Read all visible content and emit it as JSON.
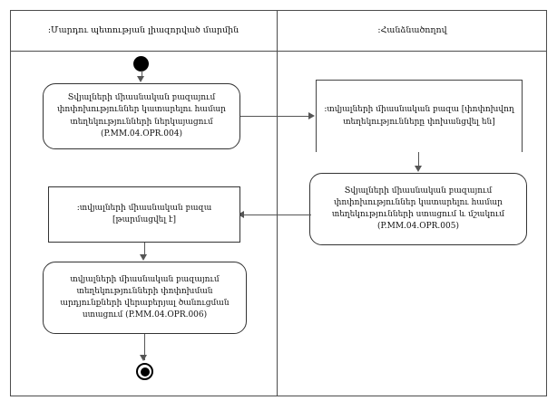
{
  "diagram": {
    "type": "uml-activity-diagram",
    "lanes": [
      {
        "id": "lane-left",
        "title": ":Մարդու պետության լիազորված մարմին"
      },
      {
        "id": "lane-right",
        "title": ":Հանձնածողով"
      }
    ],
    "nodes": {
      "start": {
        "kind": "initial-node"
      },
      "action_opr004": {
        "kind": "action",
        "lane": "lane-left",
        "text": "Տվյալների միասնական բազայում փոփոխություններ կատարելու համար տեղեկությունների ներկայացում (P.MM.04.OPR.004)",
        "code": "P.MM.04.OPR.004"
      },
      "object_transferred": {
        "kind": "object-node",
        "lane": "lane-right",
        "text": ":տվյալների միասնական բազա [փոփոխվող տեղեկությունները փոխանցվել են]"
      },
      "action_opr005": {
        "kind": "action",
        "lane": "lane-right",
        "text": "Տվյալների միասնական բազայում փոփոխություններ կատարելու համար տեղեկությունների ստացում և մշակում (P.MM.04.OPR.005)",
        "code": "P.MM.04.OPR.005"
      },
      "object_updated": {
        "kind": "state-node",
        "lane": "lane-left",
        "text": ":տվյալների միասնական բազա [թարմացվել է]"
      },
      "action_opr006": {
        "kind": "action",
        "lane": "lane-left",
        "text": "տվյալների միասնական բազայում տեղեկությունների փոփոխման արդյունքների վերաբերյալ ծանուցման ստացում (P.MM.04.OPR.006)",
        "code": "P.MM.04.OPR.006"
      },
      "end": {
        "kind": "final-node"
      }
    },
    "edges": [
      {
        "from": "start",
        "to": "action_opr004",
        "direction": "down"
      },
      {
        "from": "action_opr004",
        "to": "object_transferred",
        "direction": "right"
      },
      {
        "from": "object_transferred",
        "to": "action_opr005",
        "direction": "down"
      },
      {
        "from": "action_opr005",
        "to": "object_updated",
        "direction": "left"
      },
      {
        "from": "object_updated",
        "to": "action_opr006",
        "direction": "down"
      },
      {
        "from": "action_opr006",
        "to": "end",
        "direction": "down"
      }
    ],
    "colors": {
      "frame_stroke": "#4c4c4c",
      "node_stroke": "#333333",
      "edge_stroke": "#555555",
      "text": "#111111",
      "background": "#ffffff",
      "control_node": "#000000"
    }
  }
}
